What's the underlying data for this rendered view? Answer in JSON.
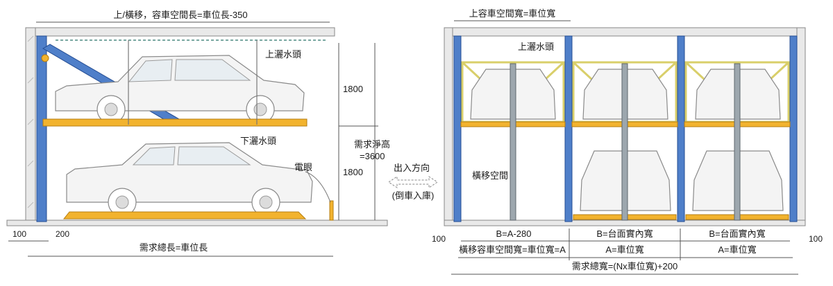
{
  "chart_data": {
    "type": "diagram",
    "left_view": {
      "top_dimension": "上/橫移，容車空間長=車位長-350",
      "upper_sprinkler": "上灑水頭",
      "lower_sprinkler": "下灑水頭",
      "sensor": "電眼",
      "upper_height": "1800",
      "lower_height": "1800",
      "clear_height_line1": "需求淨高",
      "clear_height_line2": "=3600",
      "wall_gap": "100",
      "pit_gap": "200",
      "total_length": "需求總長=車位長"
    },
    "direction": {
      "line1": "出入方向",
      "line2": "(倒車入庫)"
    },
    "right_view": {
      "top_dimension": "上容車空間寬=車位寬",
      "upper_sprinkler": "上灑水頭",
      "shift_space": "橫移空間",
      "left_gap": "100",
      "right_gap": "100",
      "bay_inner": [
        "B=A-280",
        "B=台面實內寬",
        "B=台面實內寬"
      ],
      "bay_width": [
        "橫移容車空間寬=車位寬=A",
        "A=車位寬",
        "A=車位寬"
      ],
      "total_width": "需求總寬=(Nx車位寬)+200"
    }
  }
}
